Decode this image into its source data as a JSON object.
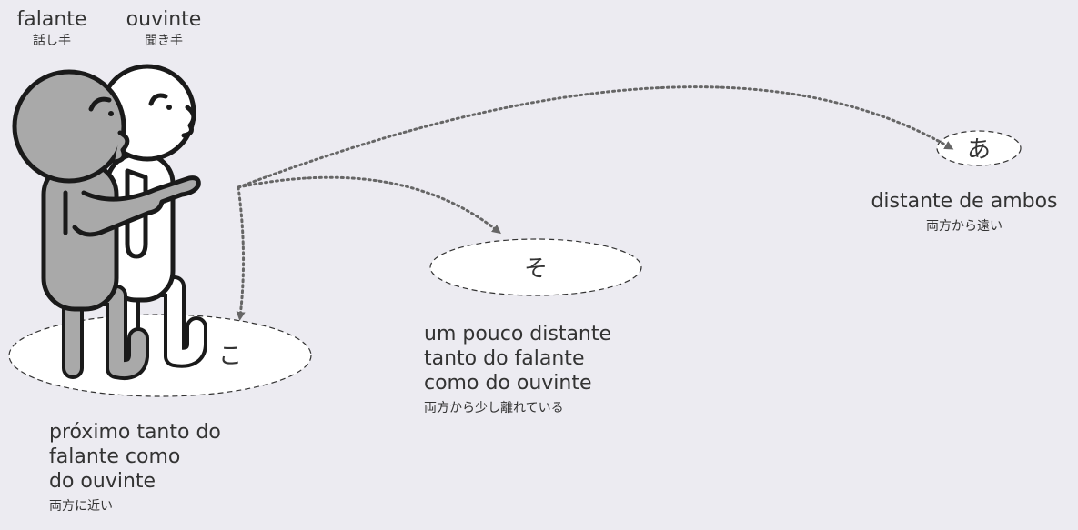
{
  "colors": {
    "background": "#ecebf1",
    "figure_speaker": "#a9a9a9",
    "figure_listener": "#ffffff",
    "outline": "#1a1a1a",
    "arrow_dots": "#666666",
    "zone_fill": "#ffffff",
    "text": "#333333"
  },
  "people": {
    "speaker": {
      "label_pt": "falante",
      "label_jp": "話し手",
      "icon": "speaker-person-icon"
    },
    "listener": {
      "label_pt": "ouvinte",
      "label_jp": "聞き手",
      "icon": "listener-person-icon"
    }
  },
  "zones": {
    "ko": {
      "kana": "こ",
      "desc_lines": [
        "próximo tanto do",
        "falante como",
        "do ouvinte"
      ],
      "jp": "両方に近い"
    },
    "so": {
      "kana": "そ",
      "desc_lines": [
        "um pouco distante",
        "tanto do falante",
        "como do ouvinte"
      ],
      "jp": "両方から少し離れている"
    },
    "a": {
      "kana": "あ",
      "desc_lines": [
        "distante de ambos"
      ],
      "jp": "両方から遠い"
    }
  }
}
